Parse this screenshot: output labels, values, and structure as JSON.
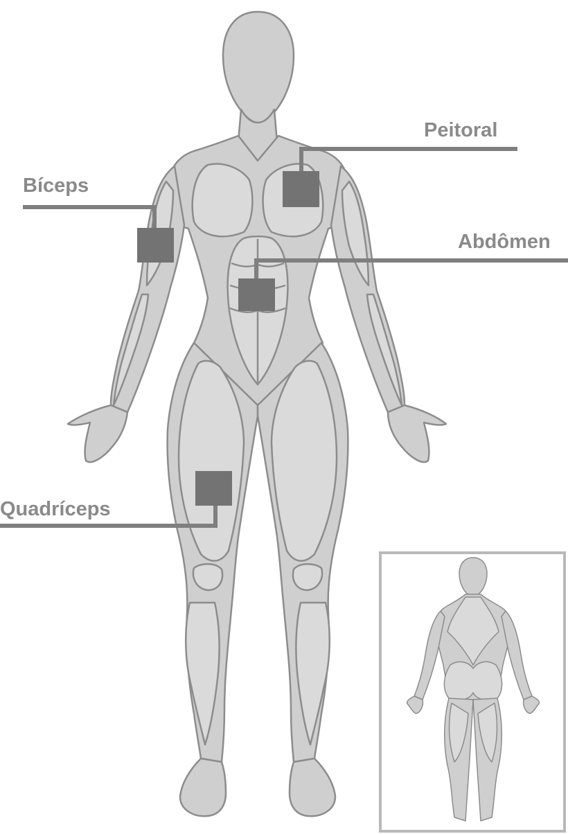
{
  "colors": {
    "skin": "#cfcfcf",
    "muscle": "#dadada",
    "muscle_dark": "#c4c4c4",
    "outline": "#8c8c8c",
    "marker": "#737373",
    "leader_line": "#7f7f7f",
    "label_text": "#8a8a8a",
    "inset_border": "#b8b8b8"
  },
  "labels": {
    "peitoral": "Peitoral",
    "biceps": "Bíceps",
    "abdomen": "Abdômen",
    "quadriceps": "Quadríceps"
  },
  "figures": {
    "front": "front-body-figure",
    "back": "back-body-figure"
  }
}
